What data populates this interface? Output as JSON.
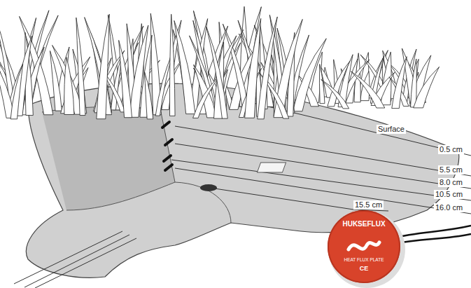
{
  "diagram": {
    "nodes": [
      {
        "text": [
          "HUKSEFLUX",
          "HEAT FLUX PLATE",
          "CE"
        ]
      }
    ],
    "labels": [
      "Surface",
      "0.5 cm",
      "5.5 cm",
      "8.0 cm",
      "10.5 cm",
      "15.5 cm",
      "16.0 cm"
    ]
  }
}
